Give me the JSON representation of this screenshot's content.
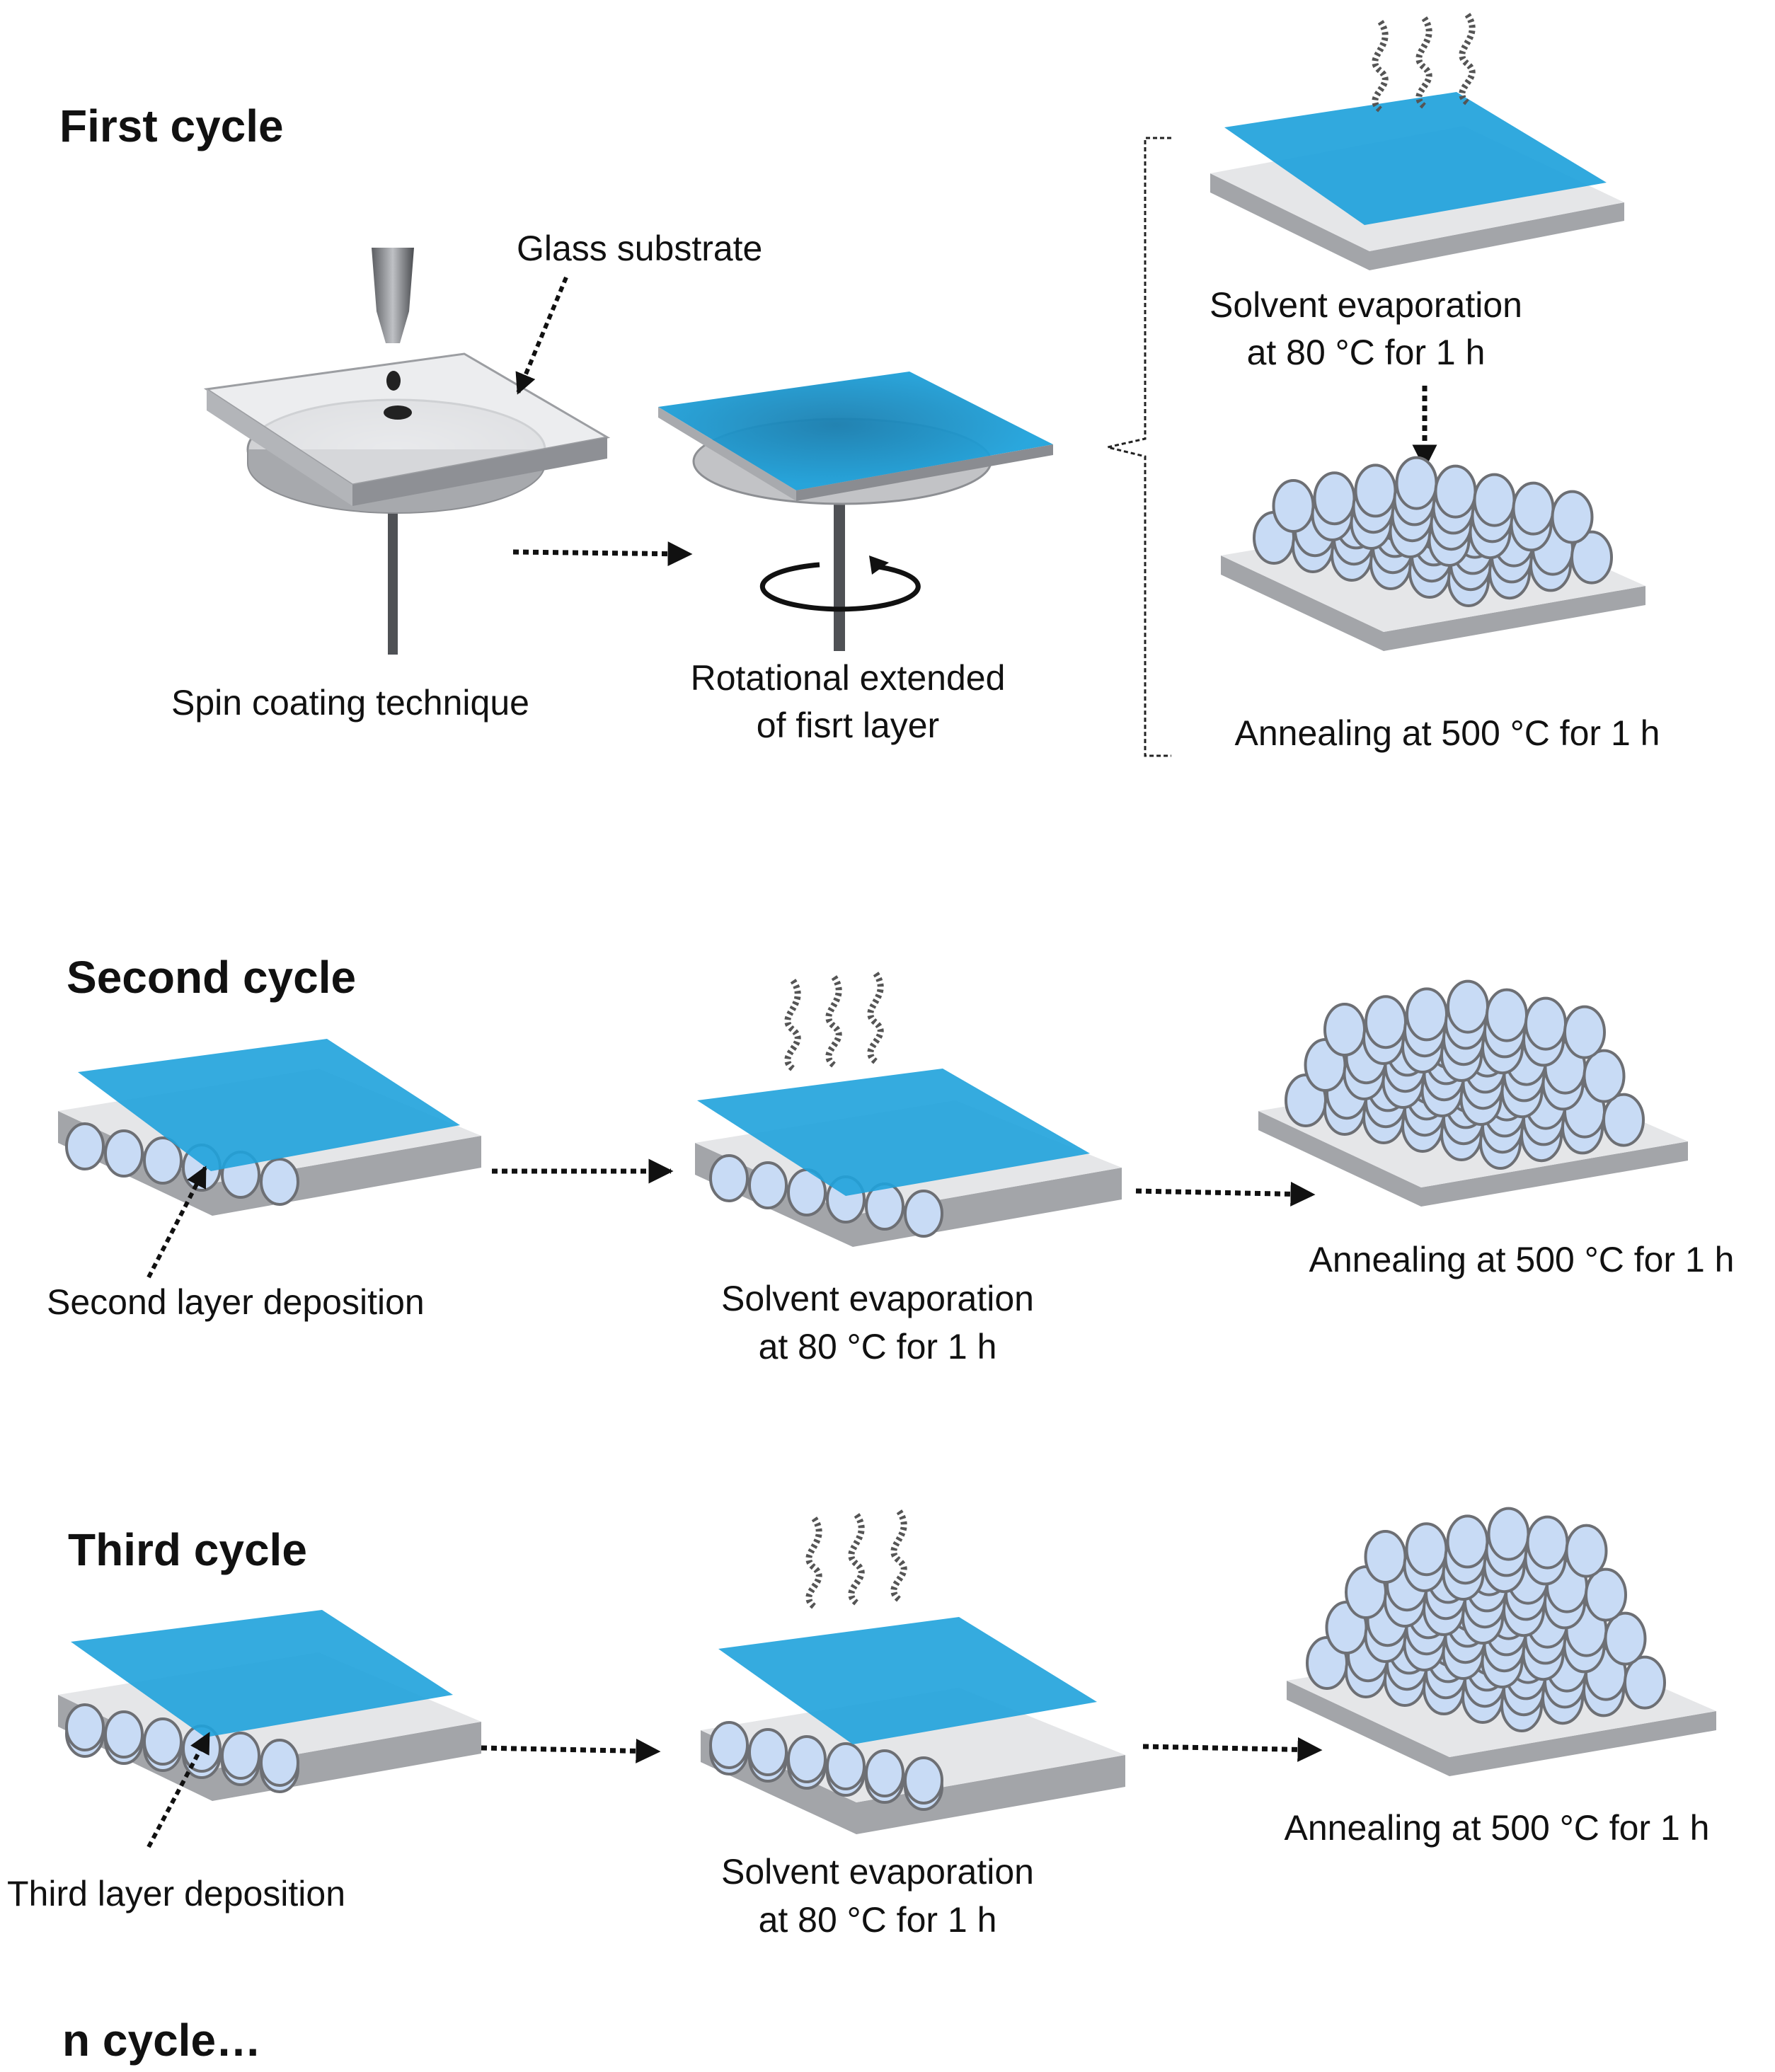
{
  "colors": {
    "film_blue": "#1fa2db",
    "sphere_fill": "#c8dbf5",
    "sphere_stroke": "#6d6f74",
    "plate_top": "#e8e8ea",
    "plate_side": "#9fa1a6",
    "arrow": "#111111"
  },
  "icons": [
    "pipette-icon",
    "droplet-icon",
    "rotation-arrow-icon",
    "vapor-icon",
    "sphere-stack-icon"
  ],
  "first_cycle": {
    "title": "First cycle",
    "glass_substrate": "Glass substrate",
    "spin_coating": "Spin coating technique",
    "rotational_line1": "Rotational extended",
    "rotational_line2": "of fisrt layer",
    "evap_line1": "Solvent evaporation",
    "evap_line2": "at 80 °C for 1 h",
    "annealing": "Annealing at 500 °C for 1 h"
  },
  "second_cycle": {
    "title": "Second cycle",
    "deposition": "Second layer deposition",
    "evap_line1": "Solvent evaporation",
    "evap_line2": "at 80 °C for 1 h",
    "annealing": "Annealing at 500 °C for 1 h"
  },
  "third_cycle": {
    "title": "Third cycle",
    "deposition": "Third layer deposition",
    "evap_line1": "Solvent evaporation",
    "evap_line2": "at 80 °C for 1 h",
    "annealing": "Annealing at 500 °C for 1 h"
  },
  "n_cycle": {
    "title": "n cycle…"
  }
}
